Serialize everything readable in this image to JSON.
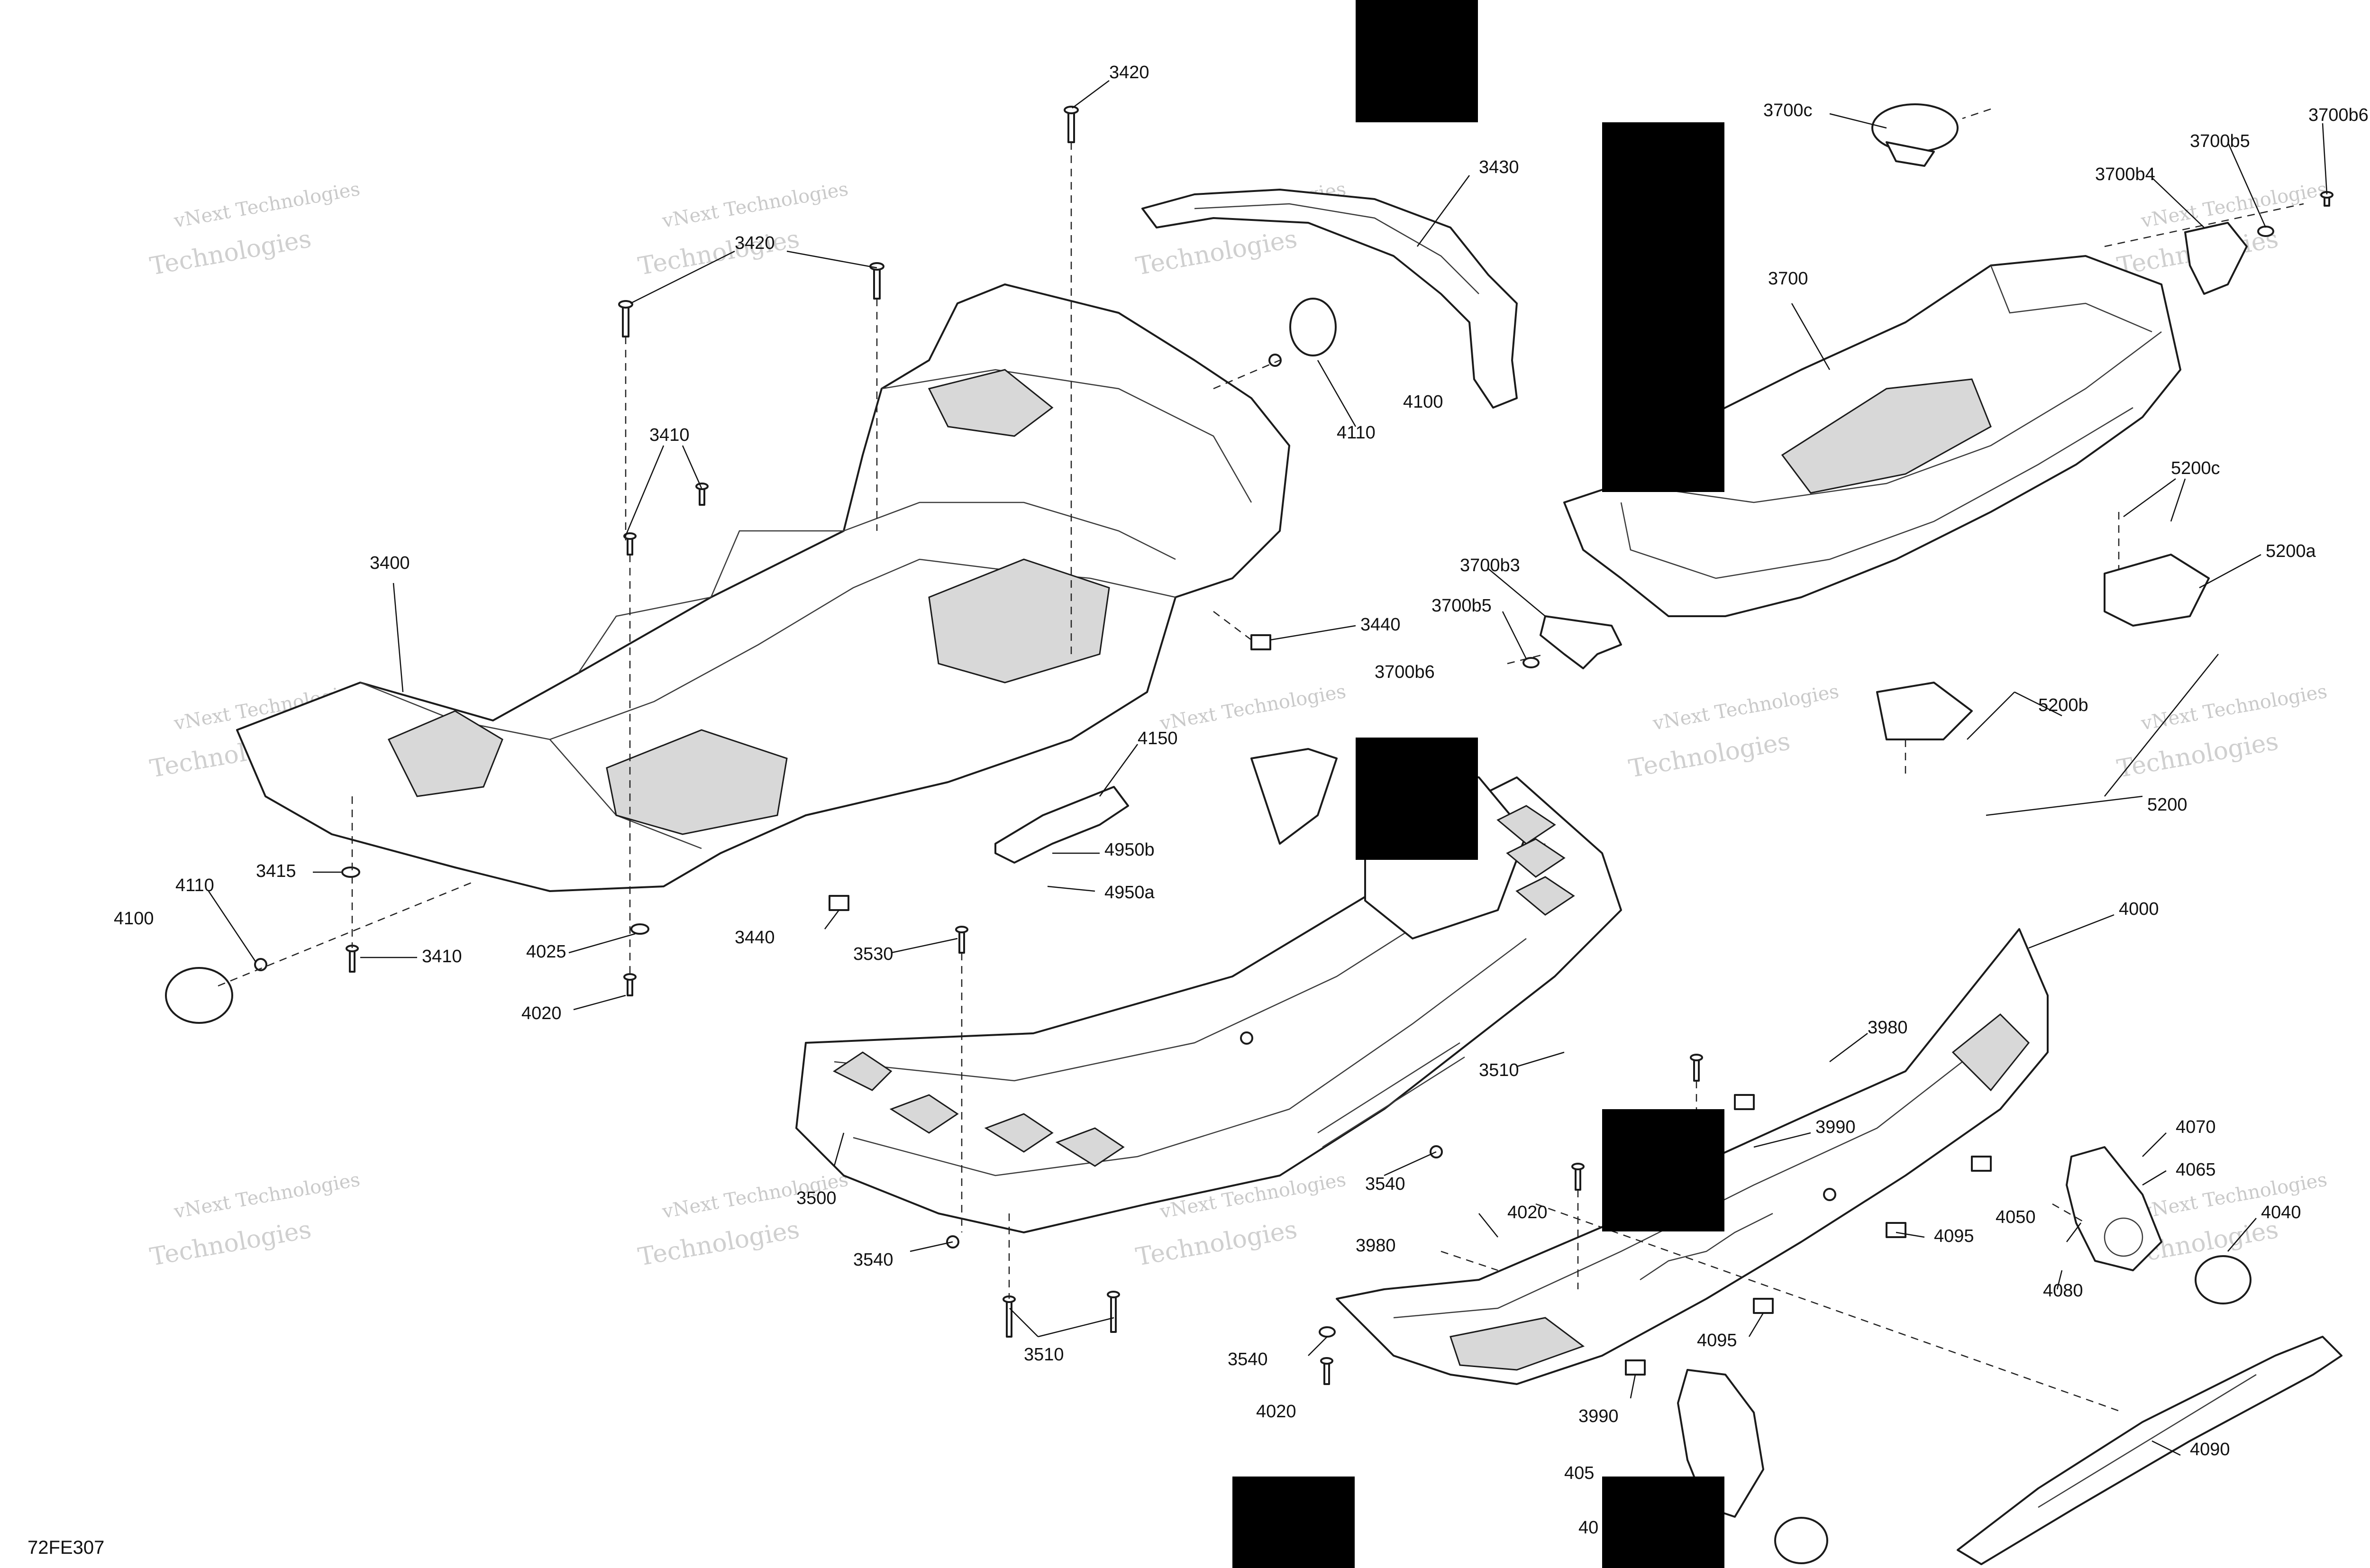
{
  "diagram": {
    "reference_code": "72FE307",
    "callouts": [
      {
        "id": "3420",
        "label": "3420"
      },
      {
        "id": "3420b",
        "label": "3420"
      },
      {
        "id": "3430",
        "label": "3430"
      },
      {
        "id": "3410",
        "label": "3410"
      },
      {
        "id": "3410b",
        "label": "3410"
      },
      {
        "id": "3400",
        "label": "3400"
      },
      {
        "id": "4100",
        "label": "4100"
      },
      {
        "id": "4100b",
        "label": "4100"
      },
      {
        "id": "4110",
        "label": "4110"
      },
      {
        "id": "4110b",
        "label": "4110"
      },
      {
        "id": "3440",
        "label": "3440"
      },
      {
        "id": "3440b",
        "label": "3440"
      },
      {
        "id": "3415",
        "label": "3415"
      },
      {
        "id": "4025",
        "label": "4025"
      },
      {
        "id": "4020",
        "label": "4020"
      },
      {
        "id": "4020b",
        "label": "4020"
      },
      {
        "id": "4020c",
        "label": "4020"
      },
      {
        "id": "4150",
        "label": "4150"
      },
      {
        "id": "4950b",
        "label": "4950b"
      },
      {
        "id": "4950a",
        "label": "4950a"
      },
      {
        "id": "3530",
        "label": "3530"
      },
      {
        "id": "3500",
        "label": "3500"
      },
      {
        "id": "3510",
        "label": "3510"
      },
      {
        "id": "3510b",
        "label": "3510"
      },
      {
        "id": "3540",
        "label": "3540"
      },
      {
        "id": "3540b",
        "label": "3540"
      },
      {
        "id": "3540c",
        "label": "3540"
      },
      {
        "id": "3700c",
        "label": "3700c"
      },
      {
        "id": "3700b6",
        "label": "3700b6"
      },
      {
        "id": "3700b6b",
        "label": "3700b6"
      },
      {
        "id": "3700b5",
        "label": "3700b5"
      },
      {
        "id": "3700b5b",
        "label": "3700b5"
      },
      {
        "id": "3700b4",
        "label": "3700b4"
      },
      {
        "id": "3700b3",
        "label": "3700b3"
      },
      {
        "id": "3700",
        "label": "3700"
      },
      {
        "id": "5200c",
        "label": "5200c"
      },
      {
        "id": "5200a",
        "label": "5200a"
      },
      {
        "id": "5200b",
        "label": "5200b"
      },
      {
        "id": "5200",
        "label": "5200"
      },
      {
        "id": "4000",
        "label": "4000"
      },
      {
        "id": "3980",
        "label": "3980"
      },
      {
        "id": "3980b",
        "label": "3980"
      },
      {
        "id": "3990",
        "label": "3990"
      },
      {
        "id": "3990b",
        "label": "3990"
      },
      {
        "id": "4070",
        "label": "4070"
      },
      {
        "id": "4065",
        "label": "4065"
      },
      {
        "id": "4050",
        "label": "4050"
      },
      {
        "id": "4040",
        "label": "4040"
      },
      {
        "id": "4080",
        "label": "4080"
      },
      {
        "id": "4095",
        "label": "4095"
      },
      {
        "id": "4095b",
        "label": "4095"
      },
      {
        "id": "4090",
        "label": "4090"
      },
      {
        "id": "4055",
        "label": "405"
      },
      {
        "id": "40xx",
        "label": "40"
      }
    ],
    "watermark": {
      "line1": "vNext Technologies",
      "line2": "vNext",
      "line3": "Technologies"
    }
  }
}
